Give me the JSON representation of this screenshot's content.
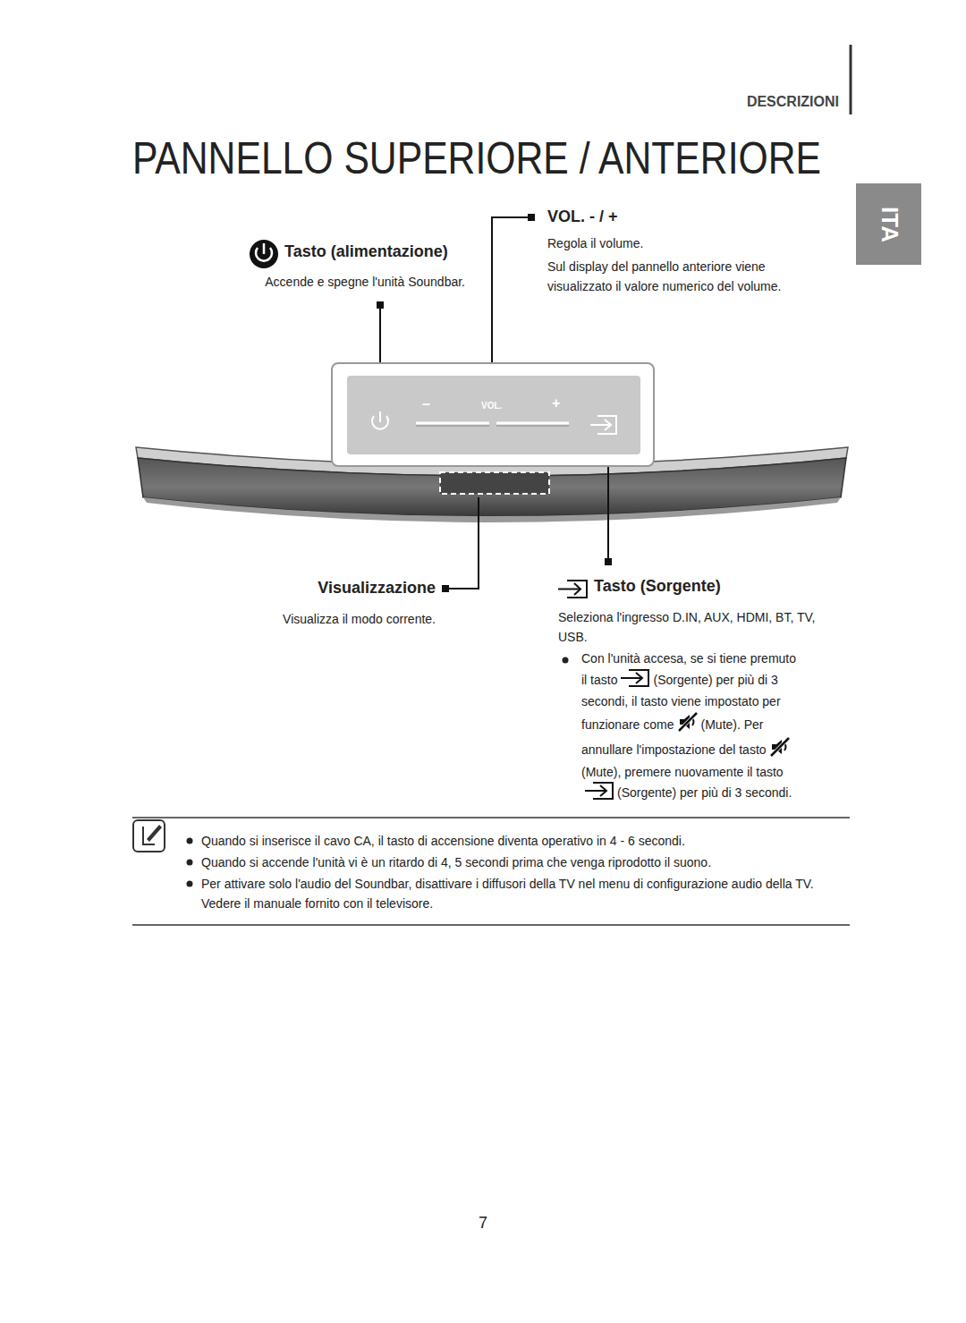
{
  "diagram": {
    "title": "PANNELLO SUPERIORE / ANTERIORE",
    "nodes": [
      {
        "text": [
          "ITA"
        ]
      },
      {
        "text": [
          "–",
          "VOL.",
          "+"
        ]
      }
    ],
    "labels": [
      "DESCRIZIONI",
      "Tasto (alimentazione)",
      "Accende e spegne l'unità Soundbar.",
      "VOL. - / +",
      "Regola il volume.",
      "Sul display del pannello anteriore viene visualizzato il valore numerico del volume.",
      "Visualizzazione",
      "Visualizza il modo corrente.",
      "Tasto (Sorgente)",
      "Seleziona l'ingresso D.IN, AUX, HDMI, BT, TV, USB.",
      "Con l'unità accesa, se si tiene premuto il tasto",
      "(Sorgente) per più di 3 secondi, il tasto viene impostato per funzionare come",
      "(Mute). Per annullare l'impostazione del tasto",
      "(Mute), premere nuovamente il tasto",
      "(Sorgente) per più di 3 secondi.",
      "Quando si inserisce il cavo CA, il tasto di accensione diventa operativo in 4 - 6 secondi.",
      "Quando si accende l'unità vi è un ritardo di 4, 5 secondi prima che venga riprodotto il suono.",
      "Per attivare solo l'audio del Soundbar, disattivare i diffusori della TV nel menu di configurazione audio della TV. Vedere il manuale fornito con il televisore.",
      "7"
    ]
  }
}
